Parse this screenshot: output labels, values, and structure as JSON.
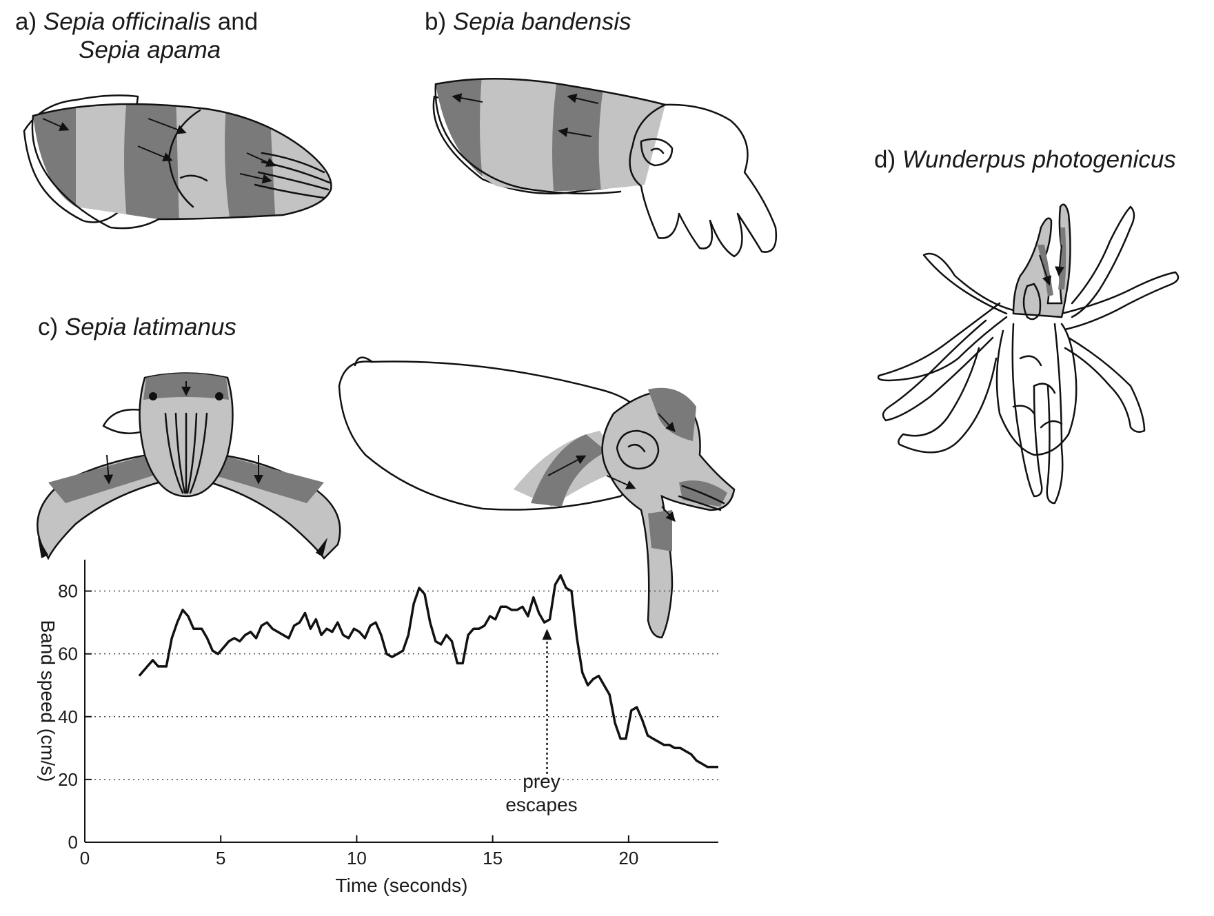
{
  "panels": {
    "a": {
      "prefix": "a) ",
      "species1": "Sepia officinalis",
      "joiner": " and",
      "species2": "Sepia apama"
    },
    "b": {
      "prefix": "b) ",
      "species": "Sepia bandensis"
    },
    "c": {
      "prefix": "c) ",
      "species": "Sepia latimanus"
    },
    "d": {
      "prefix": "d)  ",
      "species": "Wunderpus photogenicus"
    }
  },
  "chart_data": {
    "type": "line",
    "xlabel": "Time (seconds)",
    "ylabel": "Band speed (cm/s)",
    "xlim": [
      0,
      23.3
    ],
    "ylim": [
      0,
      90
    ],
    "xticks": [
      0,
      5,
      10,
      15,
      20
    ],
    "yticks": [
      0,
      20,
      40,
      60,
      80
    ],
    "grid": "horizontal-dotted",
    "gridlines_y": [
      20,
      40,
      60,
      80
    ],
    "annotation": {
      "text_line1": "prey",
      "text_line2": "escapes",
      "x": 17,
      "arrow_from_y": 20,
      "arrow_to_y": 68
    },
    "series": [
      {
        "x": [
          2.0,
          2.3,
          2.5,
          2.7,
          3.0,
          3.2,
          3.4,
          3.6,
          3.8,
          4.0,
          4.3,
          4.5,
          4.7,
          4.9,
          5.1,
          5.3,
          5.5,
          5.7,
          5.9,
          6.1,
          6.3,
          6.5,
          6.7,
          6.9,
          7.1,
          7.3,
          7.5,
          7.7,
          7.9,
          8.1,
          8.3,
          8.5,
          8.7,
          8.9,
          9.1,
          9.3,
          9.5,
          9.7,
          9.9,
          10.1,
          10.3,
          10.5,
          10.7,
          10.9,
          11.1,
          11.3,
          11.5,
          11.7,
          11.9,
          12.1,
          12.3,
          12.5,
          12.7,
          12.9,
          13.1,
          13.3,
          13.5,
          13.7,
          13.9,
          14.1,
          14.3,
          14.5,
          14.7,
          14.9,
          15.1,
          15.3,
          15.5,
          15.7,
          15.9,
          16.1,
          16.3,
          16.5,
          16.7,
          16.9,
          17.1,
          17.3,
          17.5,
          17.7,
          17.9,
          18.1,
          18.3,
          18.5,
          18.7,
          18.9,
          19.1,
          19.3,
          19.5,
          19.7,
          19.9,
          20.1,
          20.3,
          20.5,
          20.7,
          20.9,
          21.1,
          21.3,
          21.5,
          21.7,
          21.9,
          22.1,
          22.3,
          22.5,
          22.7,
          22.9,
          23.1,
          23.3
        ],
        "y": [
          53,
          56,
          58,
          56,
          56,
          65,
          70,
          74,
          72,
          68,
          68,
          65,
          61,
          60,
          62,
          64,
          65,
          64,
          66,
          67,
          65,
          69,
          70,
          68,
          67,
          66,
          65,
          69,
          70,
          73,
          68,
          71,
          66,
          68,
          67,
          70,
          66,
          65,
          68,
          67,
          65,
          69,
          70,
          66,
          60,
          59,
          60,
          61,
          66,
          76,
          81,
          79,
          70,
          64,
          63,
          66,
          64,
          57,
          57,
          66,
          68,
          68,
          69,
          72,
          71,
          75,
          75,
          74,
          74,
          75,
          72,
          78,
          73,
          70,
          71,
          82,
          85,
          81,
          80,
          65,
          54,
          50,
          52,
          53,
          50,
          47,
          38,
          33,
          33,
          42,
          43,
          39,
          34,
          33,
          32,
          31,
          31,
          30,
          30,
          29,
          28,
          26,
          25,
          24,
          24,
          24
        ]
      }
    ]
  }
}
